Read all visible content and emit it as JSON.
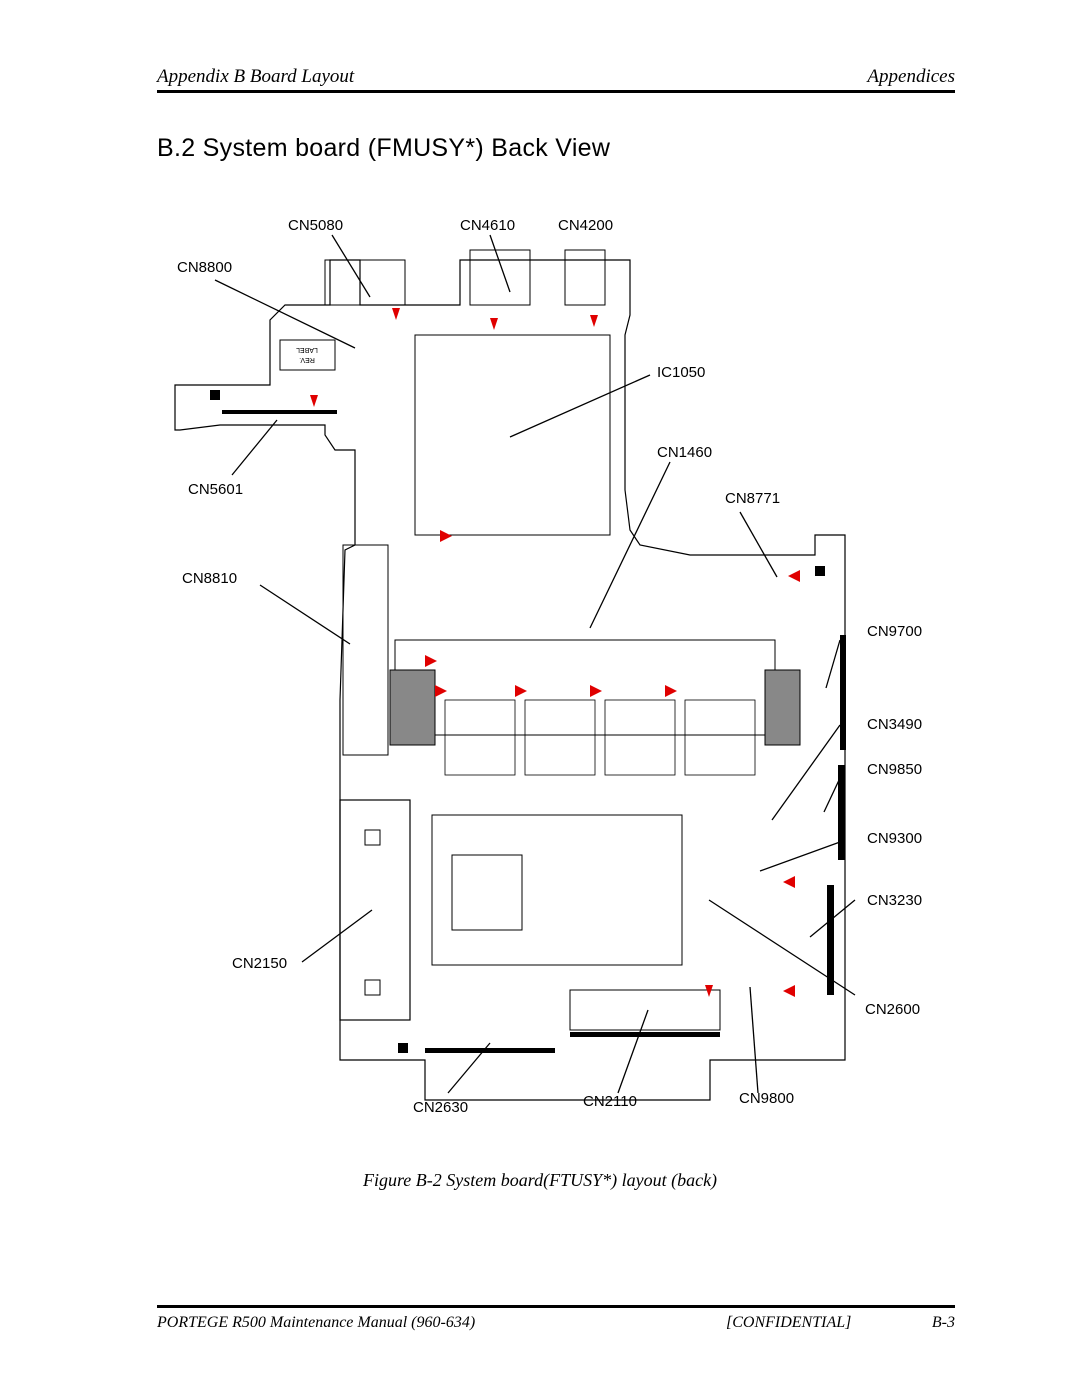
{
  "header": {
    "left": "Appendix B   Board Layout",
    "right": "Appendices"
  },
  "section_title": "B.2   System board (FMUSY*)  Back View",
  "figure": {
    "labels": {
      "cn5080": "CN5080",
      "cn4610": "CN4610",
      "cn4200": "CN4200",
      "cn8800": "CN8800",
      "ic1050": "IC1050",
      "cn1460": "CN1460",
      "cn5601": "CN5601",
      "cn8771": "CN8771",
      "cn8810": "CN8810",
      "cn9700": "CN9700",
      "cn3490": "CN3490",
      "cn9850": "CN9850",
      "cn9300": "CN9300",
      "cn3230": "CN3230",
      "cn2150": "CN2150",
      "cn2600": "CN2600",
      "cn2630": "CN2630",
      "cn2110": "CN2110",
      "cn9800": "CN9800"
    },
    "label_sticker": {
      "line1": "LABEL",
      "line2": "REV."
    }
  },
  "caption": "Figure B-2  System board(FΤUSY*)  layout (back)",
  "footer": {
    "left": "PORTEGE R500 Maintenance Manual (960-634)",
    "middle": "[CONFIDENTIAL]",
    "right": "B-3"
  }
}
